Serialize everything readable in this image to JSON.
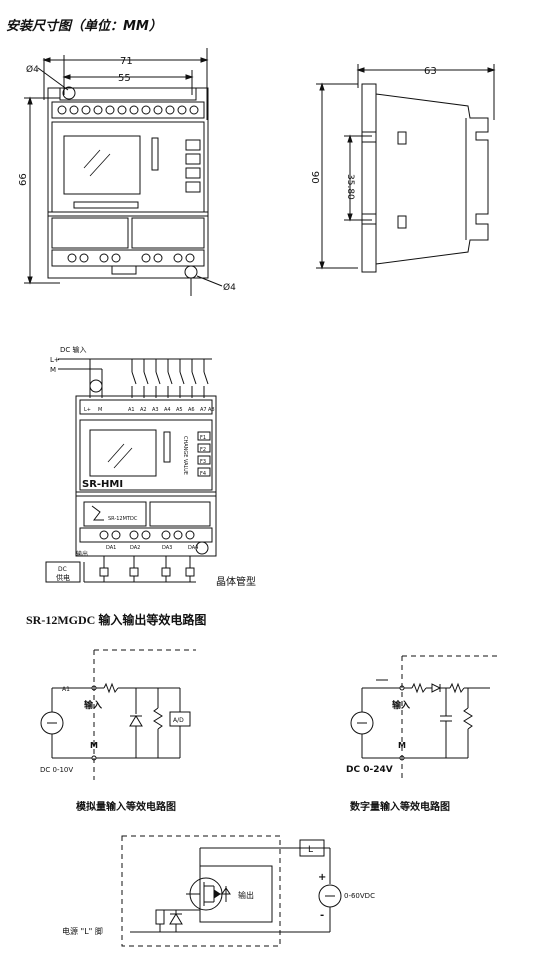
{
  "header": {
    "title": "安装尺寸图（单位：MM）"
  },
  "front_view": {
    "width_total": "71",
    "width_holes": "55",
    "height": "66",
    "hole_top": "Ø4",
    "hole_bottom": "Ø4"
  },
  "side_view": {
    "depth": "63",
    "height": "90",
    "rail": "35.80"
  },
  "wiring": {
    "dc_input": "DC 输入",
    "l_plus": "L+",
    "m": "M",
    "terminals_top": [
      "L+",
      "M",
      "A1",
      "A2",
      "A3",
      "A4",
      "A5",
      "A6",
      "A7",
      "A8"
    ],
    "side_text": "CHANGE VALUE",
    "function_keys": [
      "F1",
      "F2",
      "F3",
      "F4"
    ],
    "brand": "SR-HMI",
    "model_badge": "SR-12MTDC",
    "terminals_bottom": [
      "DA1",
      "DA2",
      "DA3",
      "DA4"
    ],
    "output_label": "输出",
    "dc_supply_top": "DC",
    "dc_supply_bottom": "供电",
    "transistor_label": "晶体管型"
  },
  "equiv_title": "SR-12MGDC 输入输出等效电路图",
  "analog_circuit": {
    "input_label": "输入",
    "m_label": "M",
    "terminal": "A1",
    "range": "DC 0-10V",
    "converter": "A/D",
    "caption": "模拟量输入等效电路图"
  },
  "digital_circuit": {
    "input_label": "输入",
    "m_label": "M",
    "range": "DC 0-24V",
    "caption": "数字量输入等效电路图"
  },
  "output_circuit": {
    "load": "L",
    "output_label": "输出",
    "plus": "+",
    "minus": "-",
    "voltage": "0-60VDC",
    "pin_label": "电源 \"L\" 脚"
  }
}
